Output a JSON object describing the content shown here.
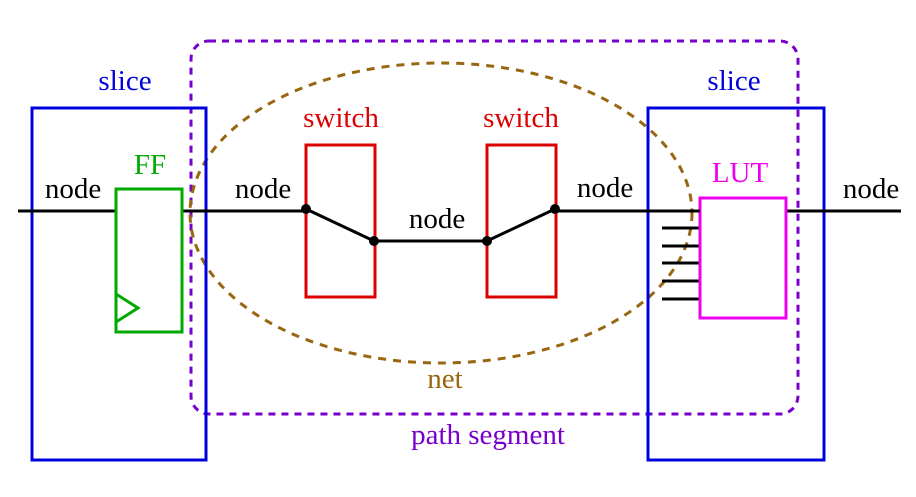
{
  "colors": {
    "slice": "#0000dd",
    "ff": "#00aa00",
    "switch": "#dd0000",
    "lut": "#ee00ee",
    "net": "#996611",
    "path_segment": "#7700cc",
    "wire": "#000000"
  },
  "labels": {
    "slice_left": "slice",
    "slice_right": "slice",
    "ff": "FF",
    "switch_left": "switch",
    "switch_right": "switch",
    "lut": "LUT",
    "node_1": "node",
    "node_2": "node",
    "node_3": "node",
    "node_4": "node",
    "node_5": "node",
    "net": "net",
    "path_segment": "path segment"
  }
}
